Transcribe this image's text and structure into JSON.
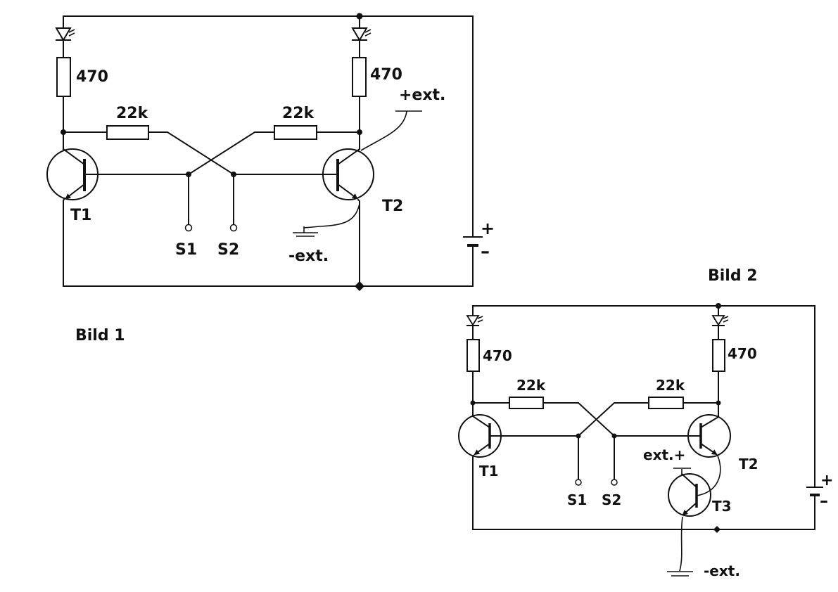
{
  "bild1": {
    "caption": "Bild 1",
    "r_led_left": "470",
    "r_led_right": "470",
    "r_base_left": "22k",
    "r_base_right": "22k",
    "t1": "T1",
    "t2": "T2",
    "s1": "S1",
    "s2": "S2",
    "ext_plus": "+ext.",
    "ext_minus": "-ext.",
    "batt_plus": "+",
    "batt_minus": "–"
  },
  "bild2": {
    "caption": "Bild 2",
    "r_led_left": "470",
    "r_led_right": "470",
    "r_base_left": "22k",
    "r_base_right": "22k",
    "t1": "T1",
    "t2": "T2",
    "t3": "T3",
    "s1": "S1",
    "s2": "S2",
    "ext_plus": "ext.+",
    "ext_minus": "-ext.",
    "batt_plus": "+",
    "batt_minus": "–"
  }
}
